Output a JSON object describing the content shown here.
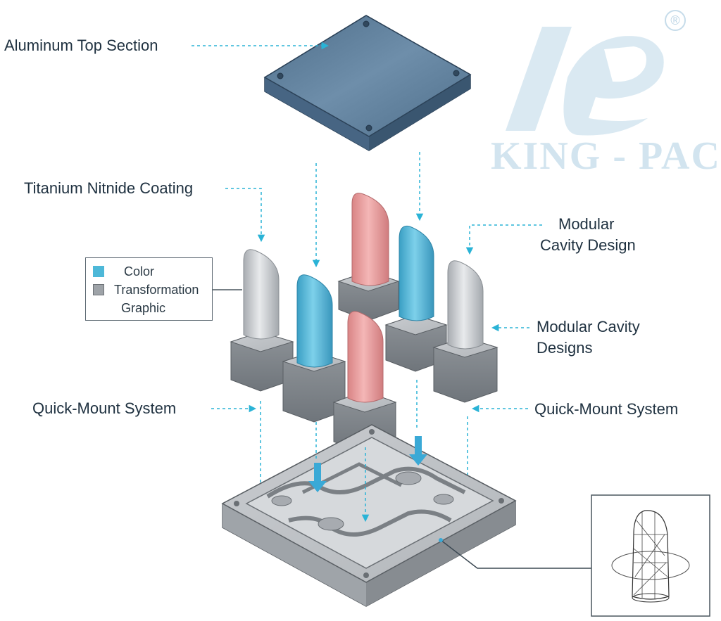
{
  "watermark": {
    "brand": "KING - PACK",
    "registered_mark": "®"
  },
  "labels": {
    "top_section": "Aluminum Top Section",
    "coating": "Titanium Nitnide Coating",
    "modular_right_1_line1": "Modular",
    "modular_right_1_line2": "Cavity Design",
    "modular_right_2_line1": "Modular Cavity",
    "modular_right_2_line2": "Designs",
    "quick_mount_left": "Quick-Mount System",
    "quick_mount_right": "Quick-Mount System"
  },
  "legend": {
    "items": [
      {
        "label": "Color",
        "color": "#4db8d8"
      },
      {
        "label": "Transformation",
        "color": "#9ea3a8"
      }
    ],
    "extra_line": "Graphic"
  },
  "colors": {
    "plate_top": "#5a7a96",
    "plate_side": "#3e5a74",
    "metal": "#b9bdc1",
    "blue_bullet": "#5ab8d6",
    "pink_bullet": "#e8999a",
    "leader": "#2ab3d6",
    "arrow": "#3aa9d6"
  }
}
